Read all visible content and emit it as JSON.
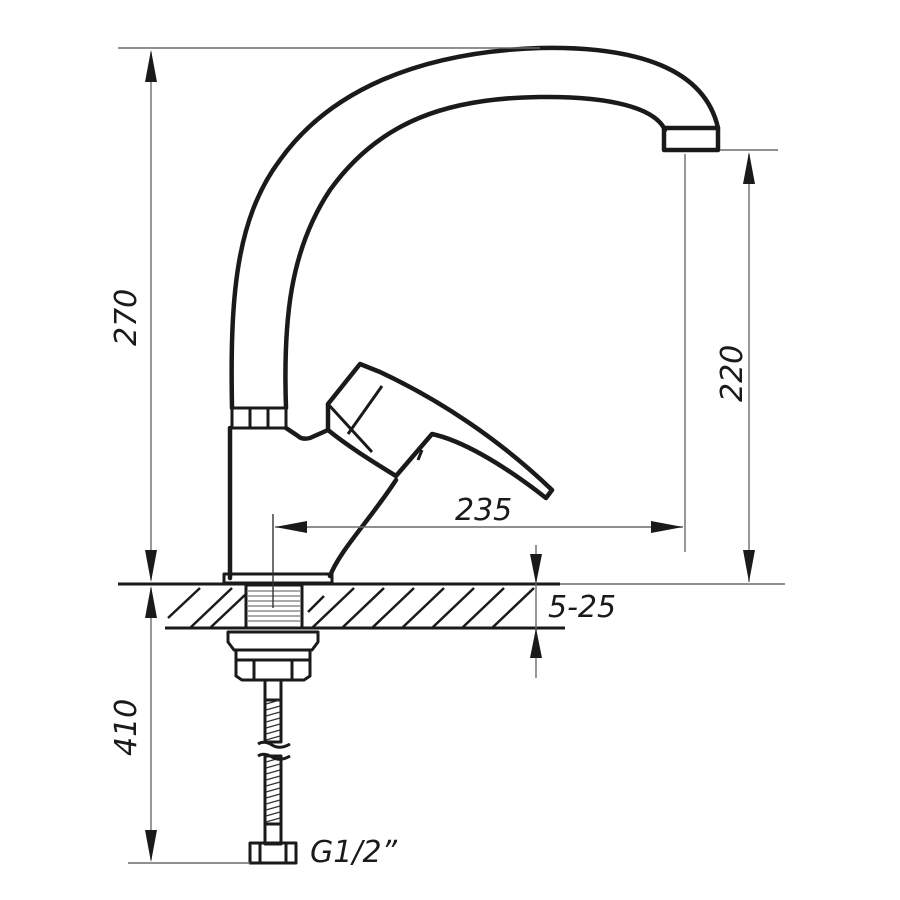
{
  "drawing": {
    "title": "Single-lever kitchen faucet dimensional drawing",
    "colors": {
      "line": "#1a1a1a",
      "dimension_line": "#6b6b6b",
      "background": "#ffffff"
    },
    "dimensions": {
      "total_height": {
        "value": "270",
        "unit": "mm",
        "orientation": "vertical"
      },
      "spout_outlet_height": {
        "value": "220",
        "unit": "mm",
        "orientation": "vertical"
      },
      "spout_reach": {
        "value": "235",
        "unit": "mm",
        "orientation": "horizontal"
      },
      "countertop_thickness": {
        "value": "5-25",
        "unit": "mm",
        "orientation": "vertical"
      },
      "hose_length": {
        "value": "410",
        "unit": "mm",
        "orientation": "vertical"
      },
      "connection_thread": {
        "value": "G1/2”"
      }
    },
    "parts": [
      "spout",
      "lever-handle",
      "body",
      "base-ring",
      "countertop",
      "mounting-thread",
      "fixing-nut",
      "flexible-hose",
      "hose-connector"
    ]
  }
}
